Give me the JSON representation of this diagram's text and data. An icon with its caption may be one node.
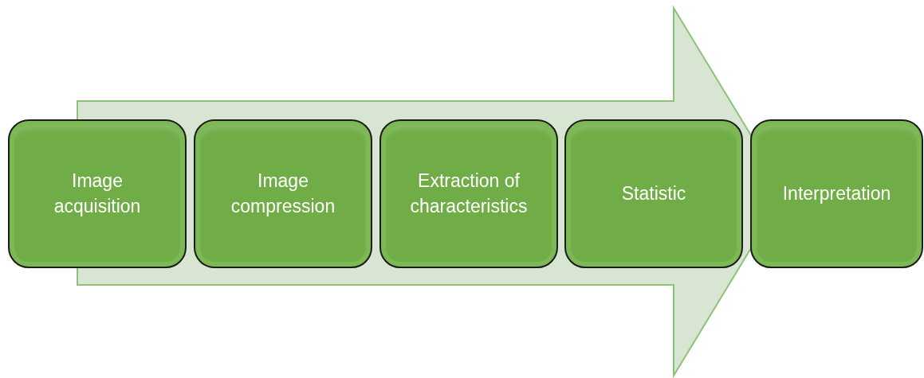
{
  "diagram": {
    "nodes": [
      {
        "text": [
          "Image acquisition"
        ]
      },
      {
        "text": [
          "Image compression"
        ]
      },
      {
        "text": [
          "Extraction of characteristics"
        ]
      },
      {
        "text": [
          "Statistic"
        ]
      },
      {
        "text": [
          "Interpretation"
        ]
      }
    ],
    "edges": [
      {
        "from": 0,
        "to": 4,
        "arrow": "to"
      }
    ]
  }
}
